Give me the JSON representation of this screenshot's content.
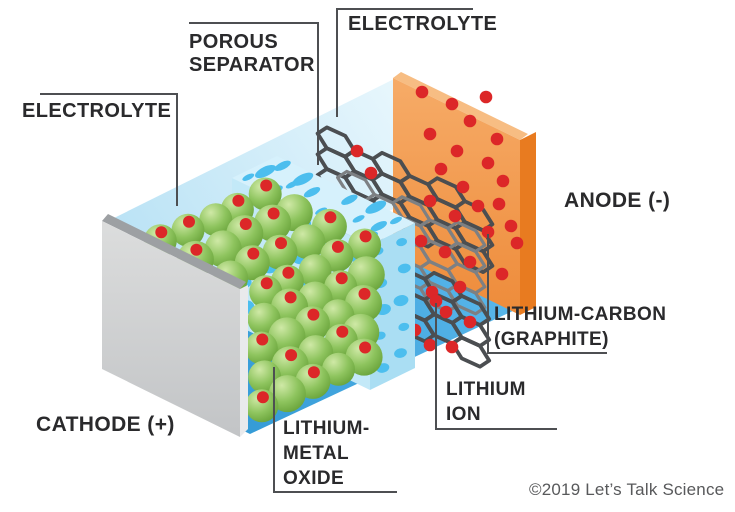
{
  "labels": {
    "porous_separator": {
      "line1": "POROUS",
      "line2": "SEPARATOR"
    },
    "electrolyte_top": {
      "text": "ELECTROLYTE"
    },
    "electrolyte_left": {
      "text": "ELECTROLYTE"
    },
    "anode": {
      "text": "ANODE (-)"
    },
    "cathode": {
      "text": "CATHODE (+)"
    },
    "lithium_metal_oxide": {
      "line1": "LITHIUM-",
      "line2": "METAL",
      "line3": "OXIDE"
    },
    "lithium_ion": {
      "line1": "LITHIUM",
      "line2": "ION"
    },
    "lithium_carbon_graphite": {
      "line1": "LITHIUM-CARBON",
      "line2": "(GRAPHITE)"
    },
    "copyright": {
      "text": "©2019 Let’s Talk Science"
    }
  },
  "colors": {
    "background": "#ffffff",
    "label_text": "#2a2a2c",
    "leader_line": "#4d4f52",
    "copyright_text": "#58595b",
    "electrolyte_top_blue": "#c5e8f7",
    "separator_front_blue": "#c3e9f8",
    "separator_top_blue": "#d6f1fc",
    "separator_side_blue": "#aadef3",
    "pore_blue": "#4cbeee",
    "floor_blue": "#3fa3dc",
    "cathode_gray": "#d0d2d3",
    "cathode_edge_gray": "#9da0a3",
    "cathode_side_gray": "#e9eaec",
    "anode_orange": "#f2994e",
    "anode_side_orange": "#e87b20",
    "anode_bevel_orange": "#f7bd83",
    "sphere_green": "#8bc25a",
    "sphere_green_light": "#c9e69b",
    "sphere_green_dark": "#619c33",
    "lithium_red": "#dc2728",
    "graphite_dark": "#4b4e51",
    "graphite_light": "#7d8083"
  }
}
